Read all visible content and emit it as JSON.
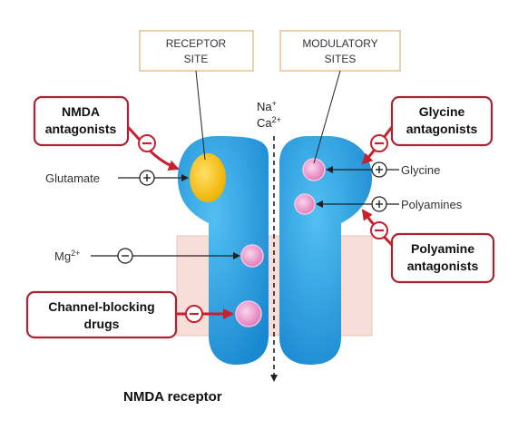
{
  "labels": {
    "receptor_site": [
      "RECEPTOR",
      "SITE"
    ],
    "modulatory_sites": [
      "MODULATORY",
      "SITES"
    ],
    "nmda_antagonists": [
      "NMDA",
      "antagonists"
    ],
    "glycine_antagonists": [
      "Glycine",
      "antagonists"
    ],
    "polyamine_antagonists": [
      "Polyamine",
      "antagonists"
    ],
    "channel_blocking_drugs": [
      "Channel-blocking",
      "drugs"
    ],
    "glutamate": "Glutamate",
    "glycine": "Glycine",
    "polyamines": "Polyamines",
    "mg": "Mg",
    "mg_charge": "2+",
    "na": "Na",
    "na_charge": "+",
    "ca": "Ca",
    "ca_charge": "2+",
    "receptor_title": "NMDA receptor"
  },
  "symbols": {
    "plus": "+",
    "minus": "−"
  },
  "colors": {
    "receptor": "#2aa2e2",
    "receptor_dark": "#1682c8",
    "membrane": "#f7ded8",
    "glutamate_site": "#f2c200",
    "pink_site": "#e88cc4",
    "box_border": "#a82432",
    "inhibit_red": "#c8202e",
    "site_box_border": "#e0b07a"
  }
}
